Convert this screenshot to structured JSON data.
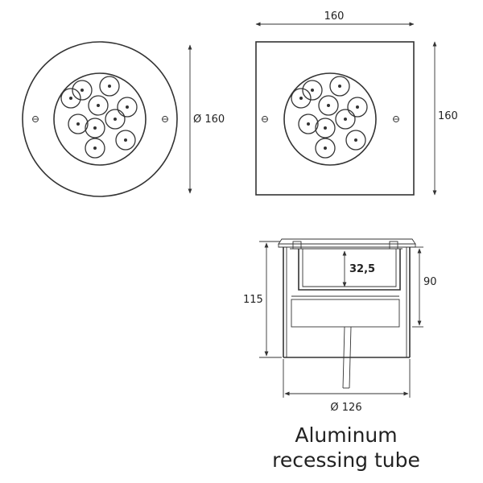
{
  "round_view": {
    "diameter_label": "Ø 160"
  },
  "square_view": {
    "width_label": "160",
    "height_label": "160"
  },
  "section_view": {
    "inner_depth_label": "32,5",
    "right_height_label": "90",
    "total_height_label": "115",
    "bottom_diameter_label": "Ø 126"
  },
  "caption": {
    "line1": "Aluminum",
    "line2": "recessing tube"
  },
  "leds": {
    "count": 10
  }
}
